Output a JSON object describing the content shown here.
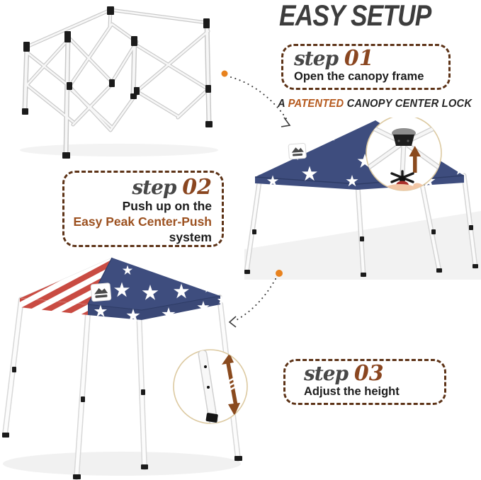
{
  "title": "EASY SETUP",
  "patented": {
    "prefix": "A",
    "highlight": "PATENTED",
    "rest": "CANOPY CENTER LOCK"
  },
  "steps": [
    {
      "label": "step",
      "number": "01",
      "text": "Open the canopy frame"
    },
    {
      "label": "step",
      "number": "02",
      "line1": "Push up on the",
      "line2": "Easy Peak Center-Push",
      "line3": "system"
    },
    {
      "label": "step",
      "number": "03",
      "text": "Adjust the height"
    }
  ],
  "colors": {
    "title_gray": "#3d3d3d",
    "step_number_brown": "#8a4620",
    "highlight_brown": "#9c5120",
    "patented_orange": "#b5591d",
    "dashed_border_brown": "#5d3317",
    "canopy_blue": "#3e4d7e",
    "flag_red": "#c94b42",
    "callout_ring_tan": "#dcc9a0",
    "arrow_dot_orange": "#e8821e",
    "push_arrow_brown": "#8a4a1e"
  },
  "icons": {
    "folded_frame": "folded-canopy-frame-illustration",
    "center_lock_callout": "canopy-center-lock-callout",
    "flag_canopy_tent": "flag-canopy-tent-illustration",
    "height_adjust_callout": "leg-height-adjust-callout",
    "mountain_logo": "mountain-logo-icon",
    "push_up_arrow": "push-up-arrow-icon",
    "height_double_arrow": "height-adjust-arrow-icon",
    "dotted_flow_arrows": "dotted-flow-arrow-icon"
  }
}
